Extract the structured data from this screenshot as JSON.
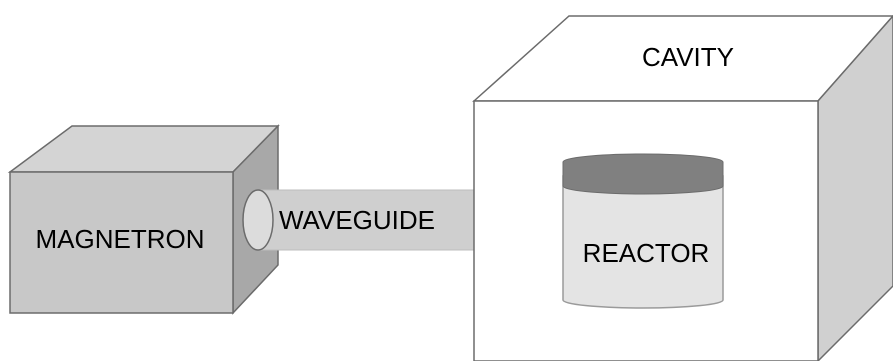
{
  "labels": {
    "magnetron": "MAGNETRON",
    "waveguide": "WAVEGUIDE",
    "cavity": "CAVITY",
    "reactor": "REACTOR"
  },
  "colors": {
    "outline": "#6b6b6b",
    "magnetron_face": "#c8c8c8",
    "magnetron_top": "#d4d4d4",
    "magnetron_side": "#a8a8a8",
    "waveguide_fill": "#cfcfcf",
    "cavity_face": "#ffffff",
    "cavity_side": "#d0d0d0",
    "reactor_body": "#e4e4e4",
    "reactor_lid": "#808080",
    "text": "#000000"
  }
}
